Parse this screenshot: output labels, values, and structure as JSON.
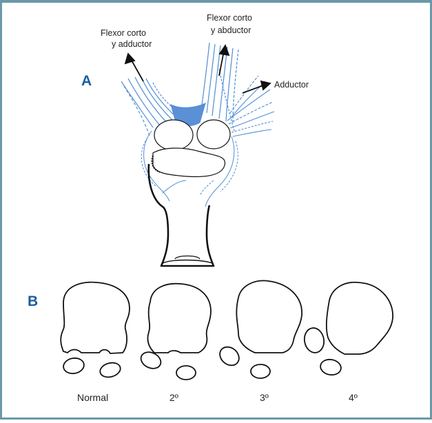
{
  "colors": {
    "frame_border": "#6a98a8",
    "frame_bg": "#ffffff",
    "panel_letter": "#1b5e9e",
    "muscle_stroke": "#4f8ed6",
    "cartilage_fill": "#5b8fd6",
    "bone_stroke": "#111111"
  },
  "panel_a": {
    "letter": "A",
    "labels": {
      "left_line1": "Flexor corto",
      "left_line2": "y adductor",
      "right_line1": "Flexor corto",
      "right_line2": "y abductor",
      "adductor": "Adductor"
    }
  },
  "panel_b": {
    "letter": "B",
    "stages": [
      "Normal",
      "2º",
      "3º",
      "4º"
    ]
  }
}
